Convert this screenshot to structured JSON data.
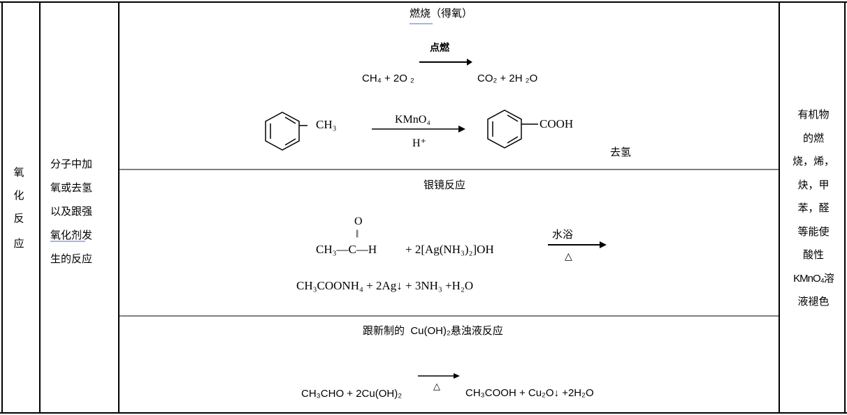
{
  "row_label": "氧化反应",
  "definition": "分子中加氧或去氢以及跟强氧化剂发生的反应",
  "definition_lines": [
    "分子中加",
    "氧或去氢",
    "以及跟强",
    "氧化剂发",
    "生的反应"
  ],
  "note": "有机物的燃烧，烯，炔，甲苯，醛等能使酸性KMnO₄溶液褪色",
  "note_lines": [
    "有机物",
    "的燃",
    "烧，烯，",
    "炔，甲",
    "苯，醛",
    "等能使",
    "酸性",
    "KMnO₄溶",
    "液褪色"
  ],
  "sections": {
    "combustion": {
      "title": "燃烧（得氧）",
      "condition": "点燃",
      "reactant": "CH₄ + 2O ₂",
      "product": "CO₂ + 2H ₂O",
      "toluene_group": "CH₃",
      "reagent_top": "KMnO₄",
      "reagent_bottom": "H⁺",
      "acid_group": "COOH",
      "label": "去氢"
    },
    "silver_mirror": {
      "title": "银镜反应",
      "oxygen": "O",
      "double_bond": "||",
      "aldehyde": "CH₃—C—H",
      "reagent": "+ 2[Ag(NH₃)₂]OH",
      "condition_top": "水浴",
      "condition_bottom": "△",
      "products": "CH₃COONH₄ + 2Ag↓ + 3NH₃ +H₂O"
    },
    "copper_hydroxide": {
      "title": "跟新制的  Cu(OH)₂悬浊液反应",
      "reactants": "CH₃CHO + 2Cu(OH)₂",
      "condition": "△",
      "products": "CH₃COOH + Cu₂O↓ +2H₂O"
    }
  }
}
